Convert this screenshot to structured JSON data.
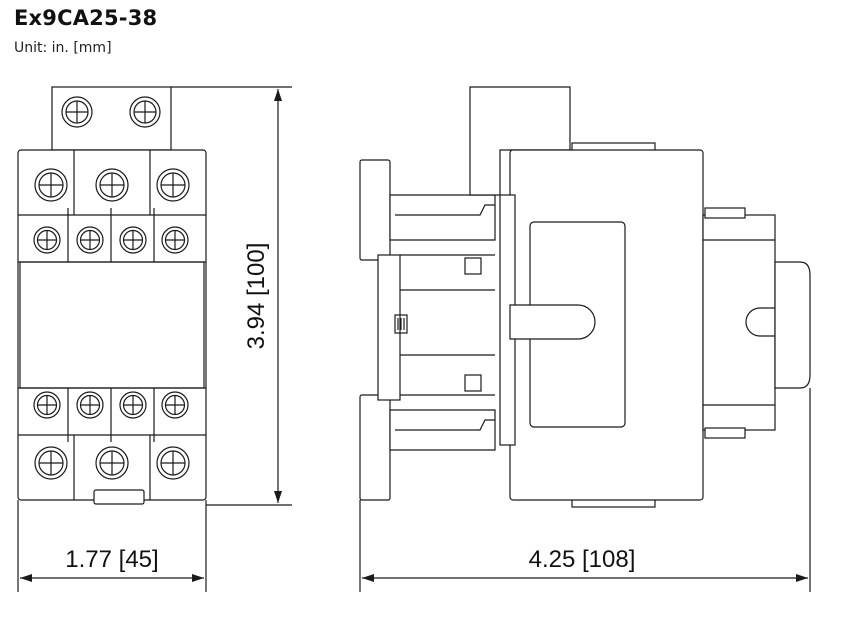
{
  "header": {
    "model": "Ex9CA25-38",
    "unit_label": "Unit: in. [mm]"
  },
  "dimensions": {
    "front_width": "1.77 [45]",
    "height": "3.94 [100]",
    "side_depth": "4.25 [108]"
  },
  "colors": {
    "line": "#1a1a1a",
    "background": "#ffffff"
  }
}
